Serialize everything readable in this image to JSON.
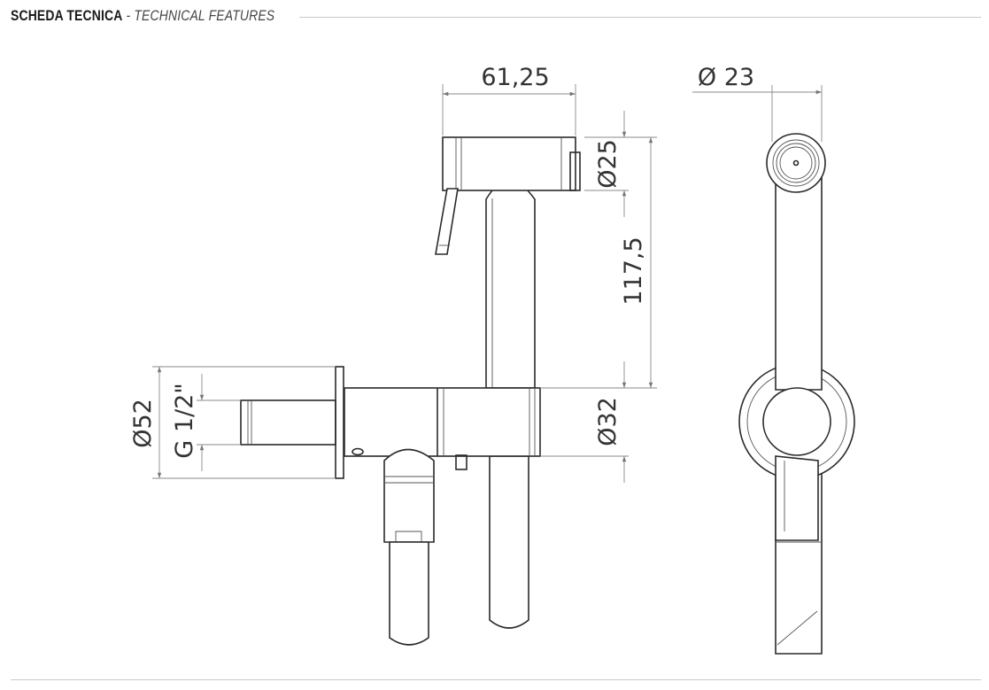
{
  "header": {
    "title": "SCHEDA TECNICA",
    "separator": " - ",
    "subtitle": "TECHNICAL FEATURES"
  },
  "dimensions": {
    "width_body": "61,25",
    "diameter_23": "Ø 23",
    "diameter_25": "Ø25",
    "height": "117,5",
    "diameter_52": "Ø52",
    "thread": "G 1/2\"",
    "diameter_32": "Ø32"
  }
}
